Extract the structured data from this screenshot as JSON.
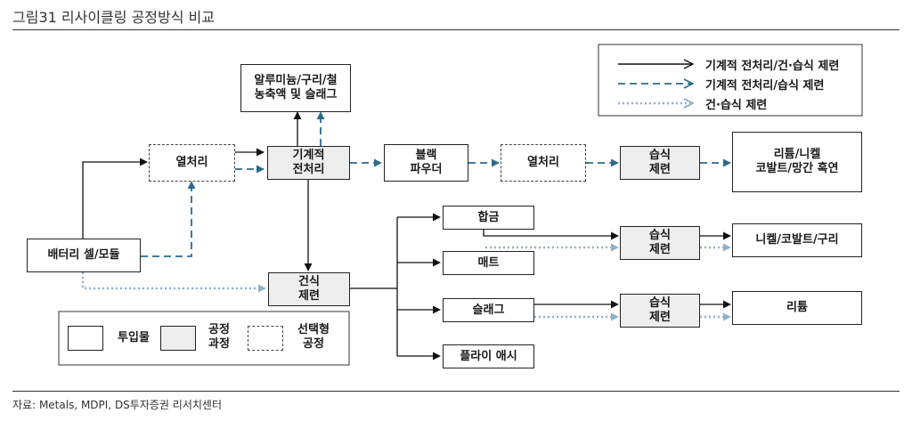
{
  "figure": {
    "title": "그림31 리사이클링 공정방식 비교",
    "source": "자료: Metals, MDPI, DS투자증권 리서치센터"
  },
  "legend": {
    "line1": "기계적 전처리/건·습식 제련",
    "line2": "기계적 전처리/습식 제련",
    "line3": "건·습식 제련"
  },
  "key": {
    "input": "투입물",
    "process": "공정\n과정",
    "optional": "선택형\n공정"
  },
  "nodes": {
    "battery": "배터리 셀/모듈",
    "heat1": "열처리",
    "mech": "기계적\n전처리",
    "aluminum": "알루미늄/구리/철\n농축액 및 슬래그",
    "black_powder": "블랙\n파우더",
    "heat2": "열처리",
    "wet_top": "습식\n제련",
    "out_top": "리튬/니켈\n코발트/망간 흑연",
    "dry": "건식\n제련",
    "alloy": "합금",
    "matte": "매트",
    "slag": "슬래그",
    "fly_ash": "플라이 애시",
    "wet_mid": "습식\n제련",
    "wet_bot": "습식\n제련",
    "out_mid": "니켈/코발트/구리",
    "out_bot": "리튬"
  },
  "colors": {
    "solid": "#111111",
    "dashed": "#2e6a8a",
    "dotted": "#8fb1cb",
    "process_fill": "#eeeeee"
  }
}
